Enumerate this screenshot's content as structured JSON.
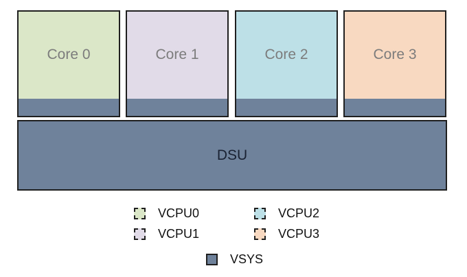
{
  "colors": {
    "border": "#1f1f1f",
    "vsys": "#6f829b",
    "vcpu0": "#dbe7c8",
    "vcpu1": "#e1dbe8",
    "vcpu2": "#bde0e7",
    "vcpu3": "#f8d9c1",
    "core_text": "#7c7c7c"
  },
  "cores": [
    {
      "label": "Core 0",
      "color": "#dbe7c8"
    },
    {
      "label": "Core 1",
      "color": "#e1dbe8"
    },
    {
      "label": "Core 2",
      "color": "#bde0e7"
    },
    {
      "label": "Core 3",
      "color": "#f8d9c1"
    }
  ],
  "dsu": {
    "label": "DSU"
  },
  "legend": [
    {
      "label": "VCPU0",
      "color": "#dbe7c8",
      "style": "dashed"
    },
    {
      "label": "VCPU2",
      "color": "#bde0e7",
      "style": "dashed"
    },
    {
      "label": "VCPU1",
      "color": "#e1dbe8",
      "style": "dashed"
    },
    {
      "label": "VCPU3",
      "color": "#f8d9c1",
      "style": "dashed"
    },
    {
      "label": "VSYS",
      "color": "#6f829b",
      "style": "solid"
    }
  ]
}
